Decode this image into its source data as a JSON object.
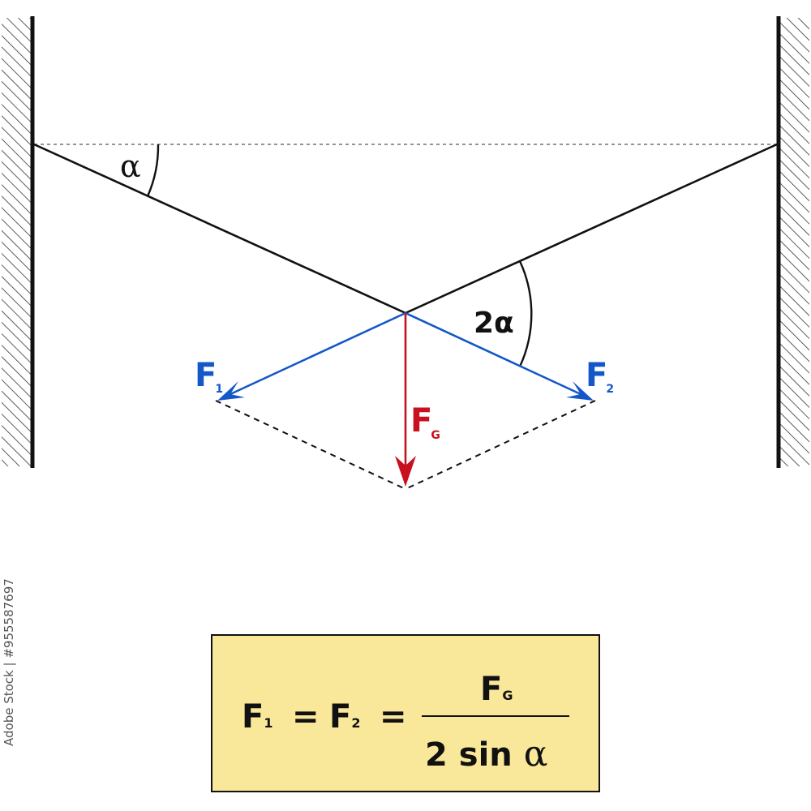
{
  "angles": {
    "alpha": "α",
    "two_alpha": "2α"
  },
  "forces": {
    "f1": {
      "letter": "F",
      "subscript": "1"
    },
    "f2": {
      "letter": "F",
      "subscript": "2"
    },
    "fg": {
      "letter": "F",
      "subscript": "G"
    }
  },
  "formula": {
    "f1_letter": "F",
    "f1_sub": "1",
    "eq1": "=",
    "f2_letter": "F",
    "f2_sub": "2",
    "eq2": "=",
    "numerator_letter": "F",
    "numerator_sub": "G",
    "denominator": "2 sin",
    "denominator_greek": "α"
  },
  "stock_id": "955587697",
  "stock_brand": "Adobe Stock",
  "colors": {
    "vector_blue": "#1457c8",
    "weight_red": "#c8101e",
    "formula_bg": "#f9e79a",
    "line": "#111111"
  }
}
